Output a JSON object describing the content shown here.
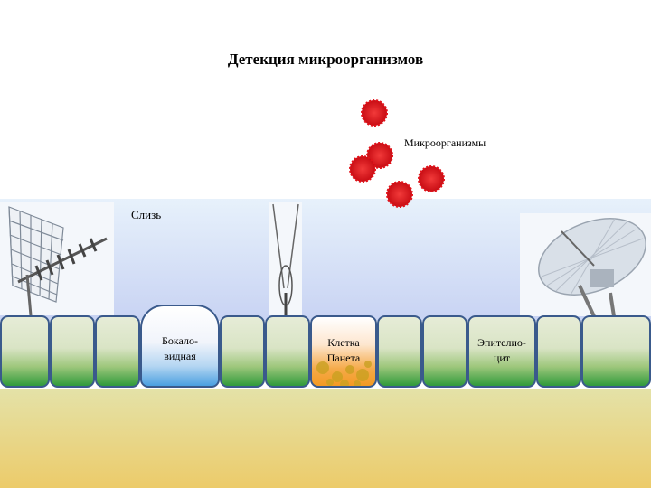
{
  "title": "Детекция микроорганизмов",
  "labels": {
    "microorganisms": "Микроорганизмы",
    "mucus": "Слизь"
  },
  "cells": [
    {
      "type": "epithelial",
      "label_lines": []
    },
    {
      "type": "epithelial",
      "label_lines": []
    },
    {
      "type": "epithelial",
      "label_lines": []
    },
    {
      "type": "goblet",
      "label_lines": [
        "Бокало-",
        "видная"
      ]
    },
    {
      "type": "epithelial",
      "label_lines": []
    },
    {
      "type": "epithelial",
      "label_lines": []
    },
    {
      "type": "paneth",
      "label_lines": [
        "Клетка",
        "Панета"
      ]
    },
    {
      "type": "epithelial",
      "label_lines": []
    },
    {
      "type": "epithelial",
      "label_lines": []
    },
    {
      "type": "epithelial",
      "label_lines": [
        "Эпителио-",
        "цит"
      ]
    },
    {
      "type": "epithelial",
      "label_lines": []
    },
    {
      "type": "epithelial",
      "label_lines": []
    }
  ],
  "colors": {
    "microorganism": "#d8101a",
    "cell_border": "#3a5a8c",
    "mucus": "#c8d3f3"
  },
  "icons": [
    "yagi-antenna-icon",
    "dipole-antenna-icon",
    "satellite-dish-icon",
    "microorganism-icon"
  ]
}
